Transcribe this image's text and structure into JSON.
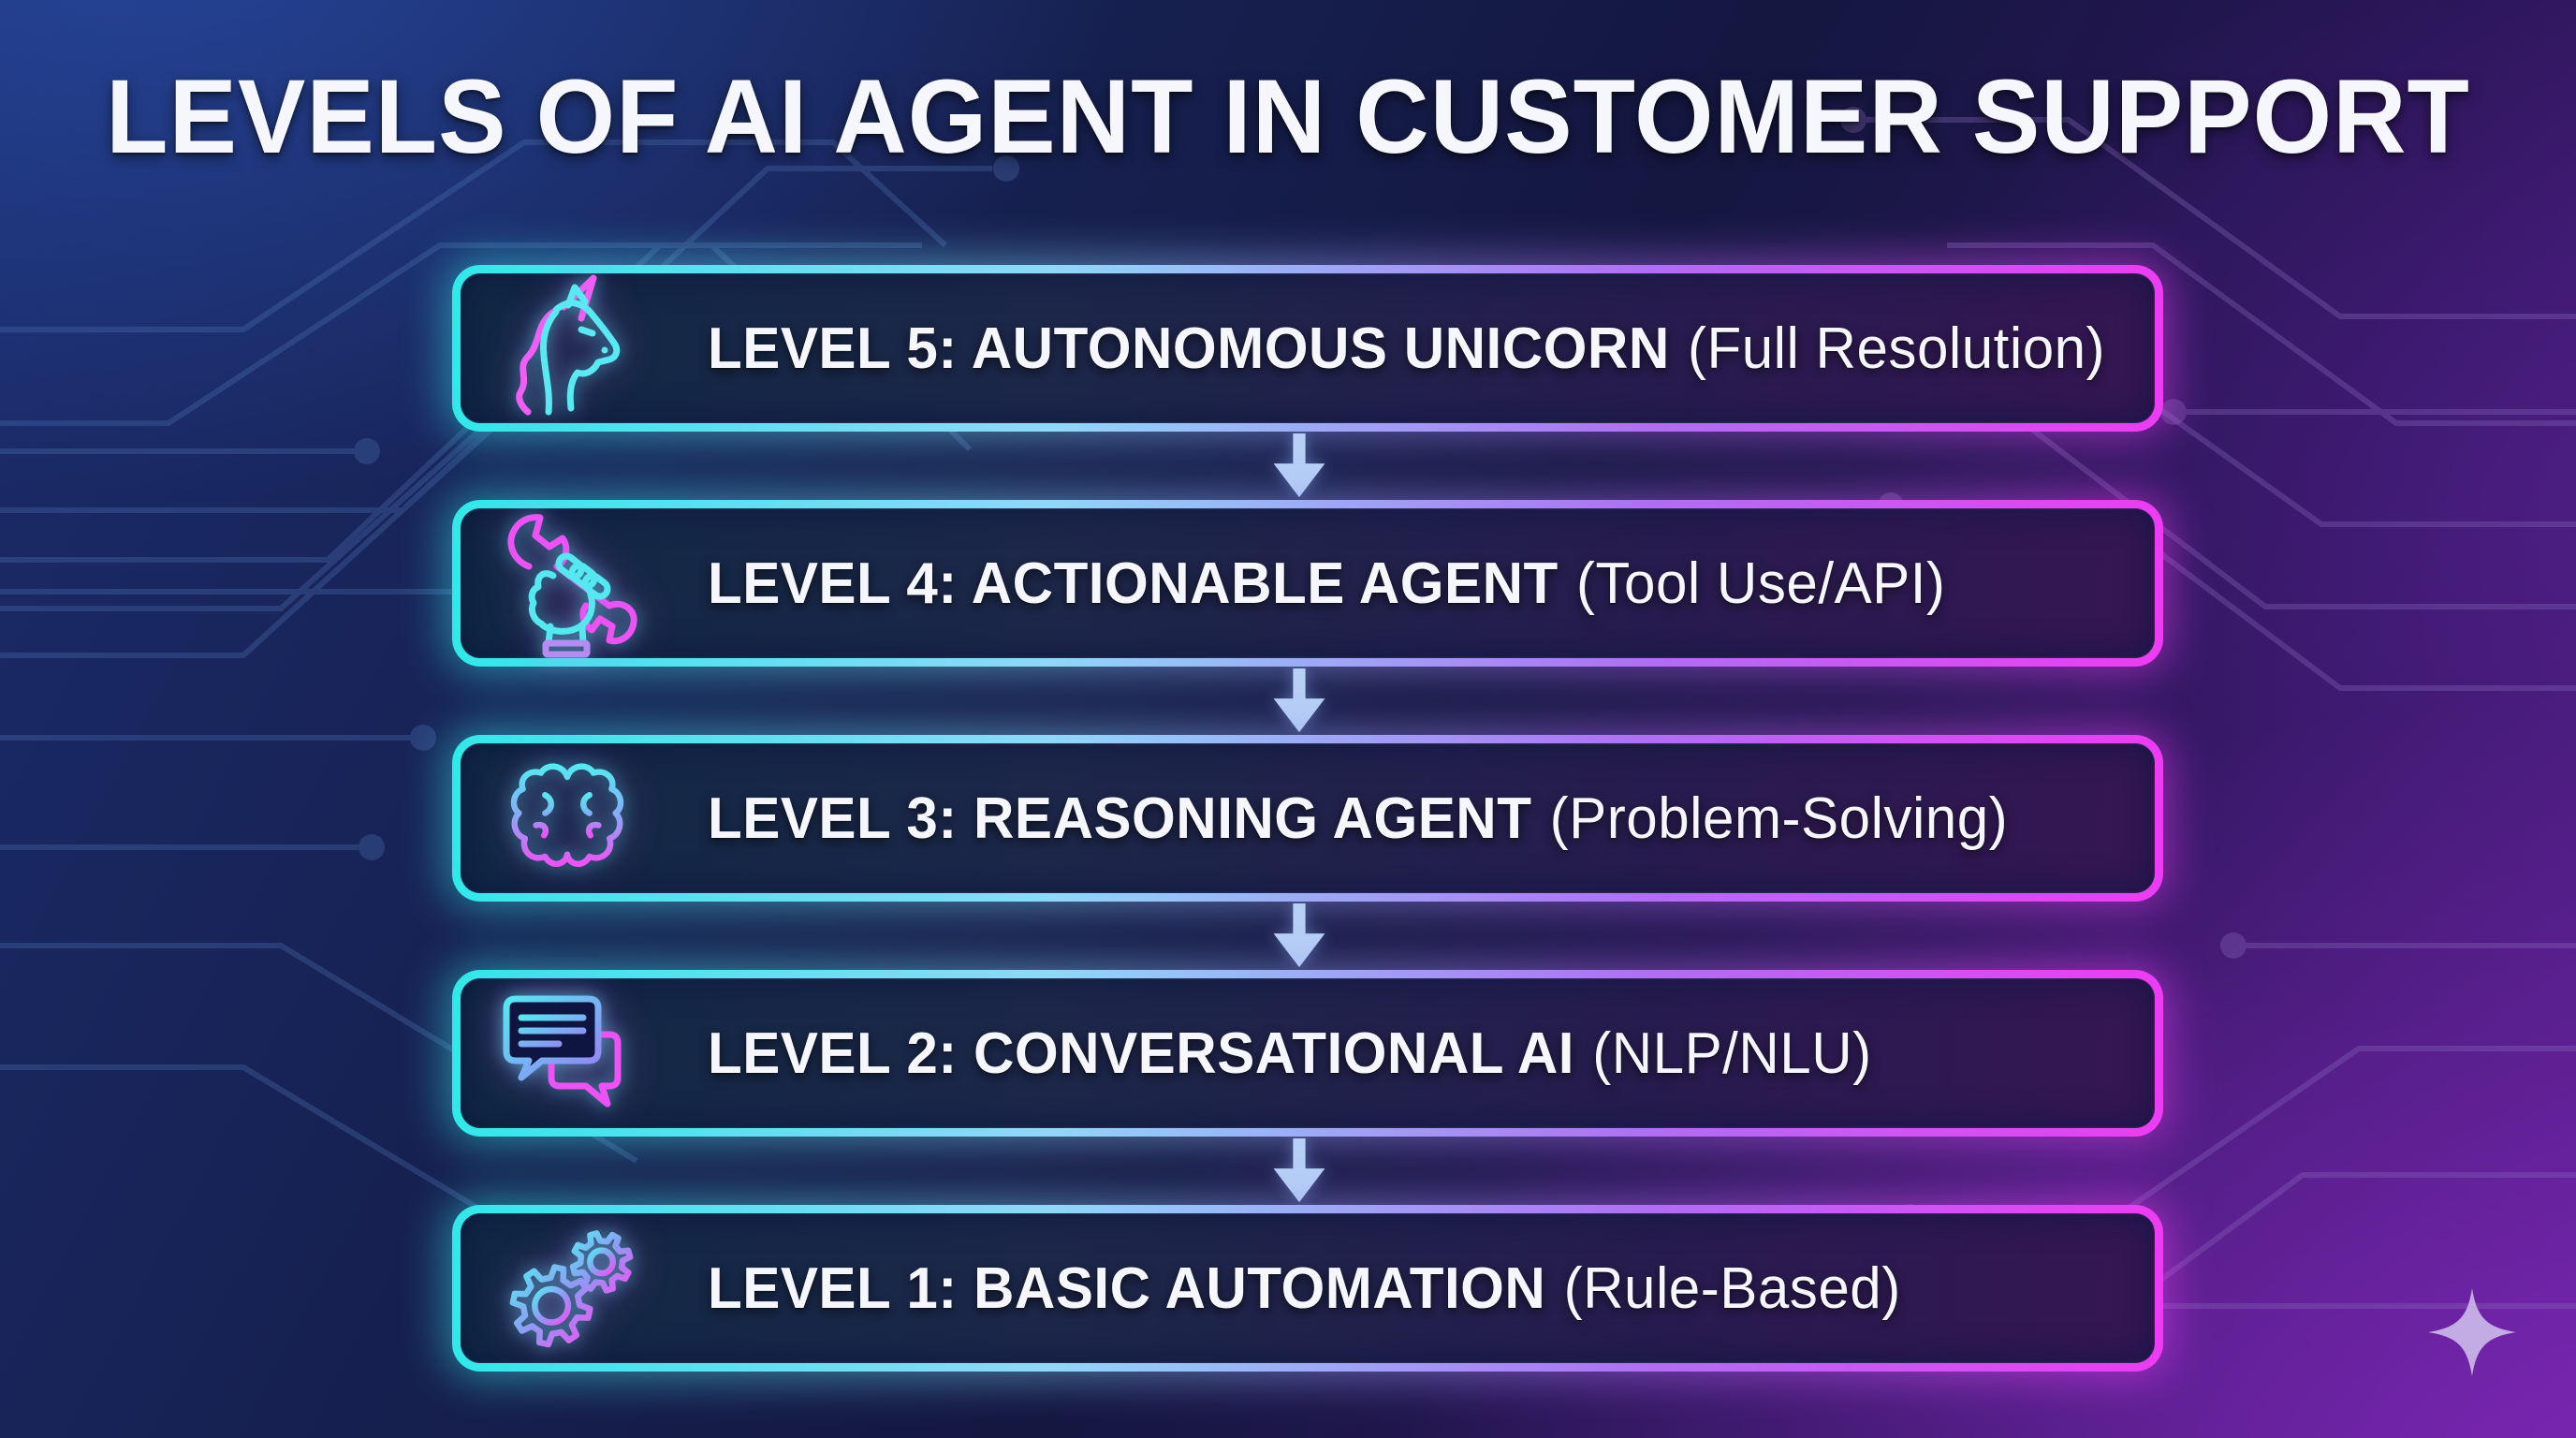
{
  "page": {
    "title": "LEVELS OF AI AGENT IN CUSTOMER SUPPORT",
    "flow_direction": "top-down",
    "arrow_count": 4
  },
  "levels": [
    {
      "id": 5,
      "bold": "LEVEL 5: AUTONOMOUS UNICORN",
      "detail": "(Full Resolution)",
      "icon": "unicorn-icon"
    },
    {
      "id": 4,
      "bold": "LEVEL 4: ACTIONABLE AGENT",
      "detail": "(Tool Use/API)",
      "icon": "hand-wrench-icon"
    },
    {
      "id": 3,
      "bold": "LEVEL 3: REASONING AGENT",
      "detail": "(Problem-Solving)",
      "icon": "brain-icon"
    },
    {
      "id": 2,
      "bold": "LEVEL 2: CONVERSATIONAL AI",
      "detail": "(NLP/NLU)",
      "icon": "chat-bubbles-icon"
    },
    {
      "id": 1,
      "bold": "LEVEL 1: BASIC AUTOMATION",
      "detail": "(Rule-Based)",
      "icon": "gears-icon"
    }
  ],
  "decorations": {
    "sparkle_icon": "four-point-sparkle",
    "background_pattern": "circuit-board-traces"
  },
  "colors": {
    "accent_cyan": "#2fe9e9",
    "accent_magenta": "#ee3bf3",
    "arrow_blue": "#b7d0f5",
    "bg_navy": "#141740",
    "bg_purple": "#531e87",
    "text_white": "#f5f7fc",
    "sparkle_lavender": "#c3abe3",
    "circuit_blue": "#4f74b3",
    "circuit_purple": "#8b6cc0"
  }
}
